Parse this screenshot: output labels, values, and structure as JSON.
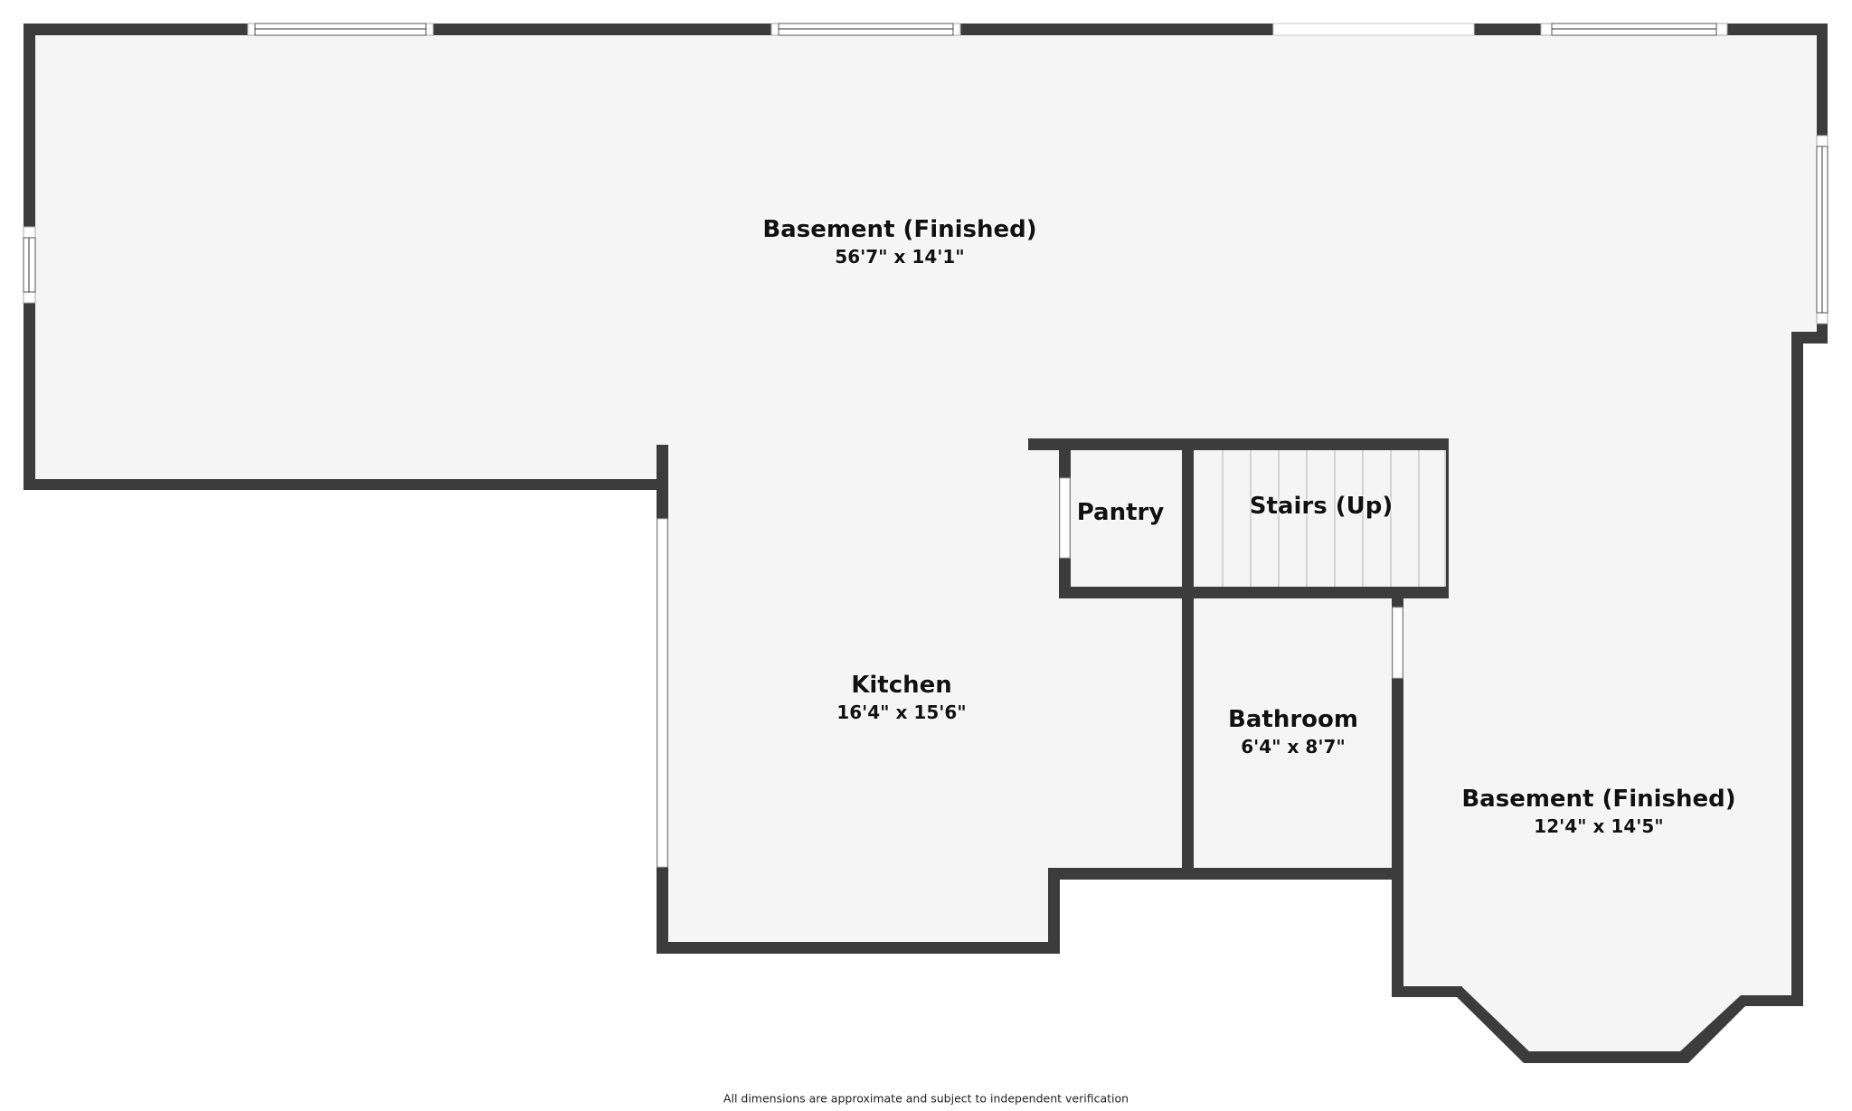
{
  "floorplan": {
    "colors": {
      "wall": "#3c3c3c",
      "floor": "#f5f5f5",
      "background": "#ffffff",
      "window": "#ffffff",
      "text": "#111111"
    },
    "rooms": [
      {
        "name": "Basement (Finished)",
        "dimensions": "56'7\" x 14'1\""
      },
      {
        "name": "Kitchen",
        "dimensions": "16'4\" x 15'6\""
      },
      {
        "name": "Pantry"
      },
      {
        "name": "Stairs (Up)"
      },
      {
        "name": "Bathroom",
        "dimensions": "6'4\" x 8'7\""
      },
      {
        "name": "Basement (Finished)",
        "dimensions": "12'4\" x 14'5\""
      }
    ],
    "footer": "All dimensions are approximate and subject to independent verification"
  }
}
